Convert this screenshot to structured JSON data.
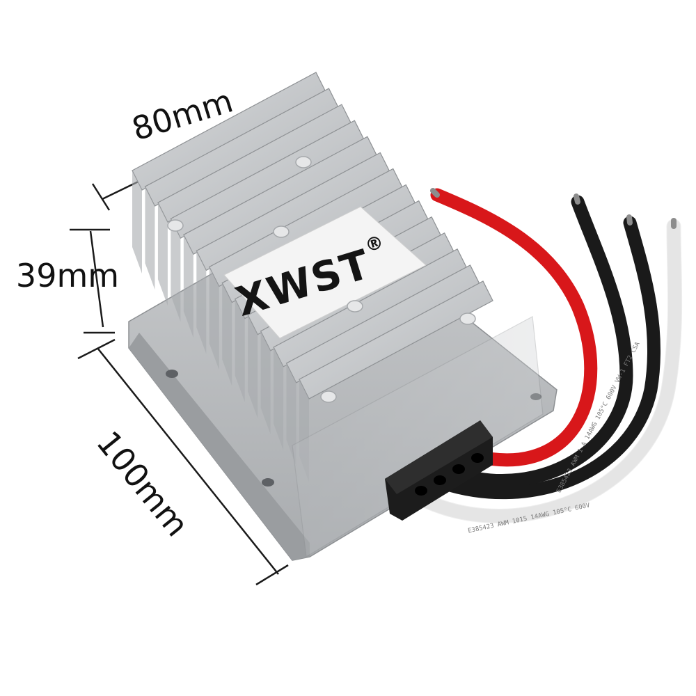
{
  "product": {
    "brand": "XWST",
    "registered_mark": "®"
  },
  "dimensions": {
    "width": "80mm",
    "height": "39mm",
    "length": "100mm"
  },
  "wires": {
    "colors": [
      "#d8171a",
      "#1a1a1a",
      "#1a1a1a",
      "#f2f2f2"
    ],
    "print_white": "E385423 AWM 1 A 14AWG 105°C 600V VW-1 FT2 CSA",
    "print_bottom": "E385423 AWM 1015 14AWG 105°C 600V"
  },
  "colors": {
    "housing": "#c4c6c8",
    "housing_shadow": "#9ea1a4",
    "label_bg": "#f4f4f4",
    "text": "#111111"
  }
}
